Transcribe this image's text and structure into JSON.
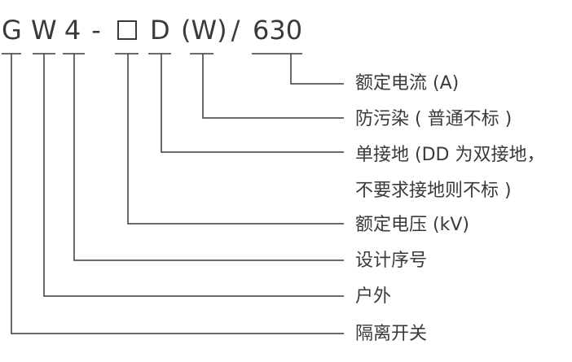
{
  "code": {
    "chars": [
      "G",
      "W",
      "4",
      "-",
      "D",
      "(W)",
      "/",
      "630"
    ],
    "box_symbol": "square-placeholder"
  },
  "labels": [
    "额定电流 (A)",
    "防污染 ( 普通不标 )",
    "单接地 (DD 为双接地，",
    "不要求接地则不标 )",
    "额定电压 (kV)",
    "设计序号",
    "户外",
    "隔离开关"
  ],
  "colors": {
    "line": "#3a3a3a",
    "text": "#3a3a3a",
    "background": "#ffffff"
  }
}
